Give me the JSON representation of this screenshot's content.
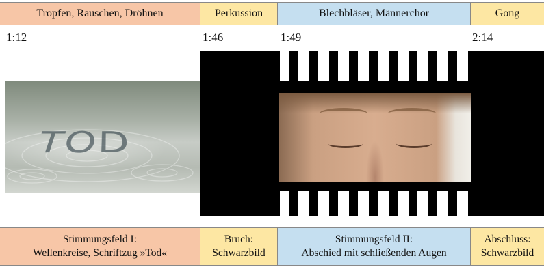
{
  "top_labels": [
    "Tropfen, Rauschen, Dröhnen",
    "Perkussion",
    "Blechbläser, Männerchor",
    "Gong"
  ],
  "times": [
    "1:12",
    "1:46",
    "1:49",
    "2:14"
  ],
  "panels": {
    "water_word": "TOD"
  },
  "bottom_labels": [
    {
      "line1": "Stimmungsfeld I:",
      "line2": "Wellenkreise, Schriftzug »Tod«"
    },
    {
      "line1": "Bruch:",
      "line2": "Schwarzbild"
    },
    {
      "line1": "Stimmungsfeld II:",
      "line2": "Abschied mit schließenden Augen"
    },
    {
      "line1": "Abschluss:",
      "line2": "Schwarzbild"
    }
  ],
  "colors": {
    "salmon": "#f7c6a7",
    "yellow": "#fde7a3",
    "blue": "#c5dff0",
    "black": "#000000"
  }
}
